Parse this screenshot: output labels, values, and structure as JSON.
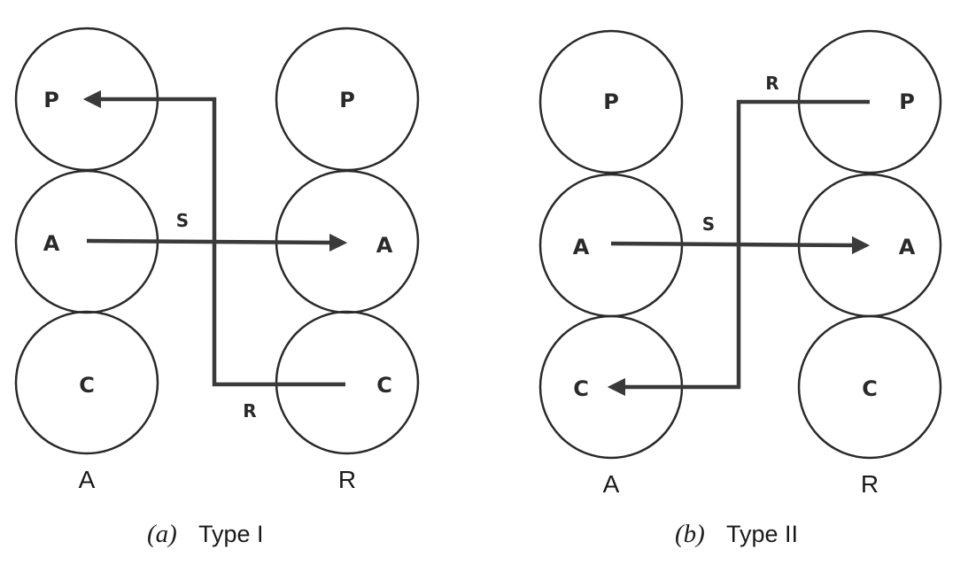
{
  "node_labels": {
    "parent": "P",
    "adult": "A",
    "child": "C"
  },
  "transactions": {
    "stimulus": "S",
    "response": "R"
  },
  "diagram_a": {
    "left_person": "A",
    "right_person": "R",
    "caption_letter": "(a)",
    "caption_text": "Type I"
  },
  "diagram_b": {
    "left_person": "A",
    "right_person": "R",
    "caption_letter": "(b)",
    "caption_text": "Type II"
  }
}
